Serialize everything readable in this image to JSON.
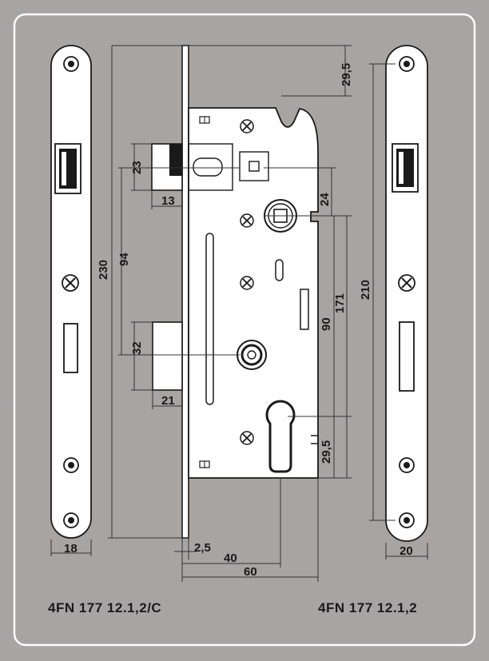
{
  "colors": {
    "background": "#a8a4a1",
    "frame": "#ffffff",
    "metal": "#ffffff",
    "line": "#1a1a1a",
    "dim_line": "#333333"
  },
  "dimensions": {
    "top_offset": "29,5",
    "latch_height": "23",
    "latch_projection": "13",
    "latch_to_follower": "24",
    "latch_to_bolt": "94",
    "total_height": "230",
    "bolt_height": "32",
    "bolt_projection": "21",
    "follower_to_cylinder": "90",
    "follower_to_bottom": "171",
    "cylinder_to_bottom": "29,5",
    "plate_hole_spacing": "210",
    "faceplate_thickness": "2,5",
    "case_width_40": "40",
    "backset": "60",
    "left_plate_width": "18",
    "right_plate_width": "20"
  },
  "captions": {
    "left_model": "4FN 177 12.1,2/C",
    "right_model": "4FN 177 12.1,2"
  }
}
